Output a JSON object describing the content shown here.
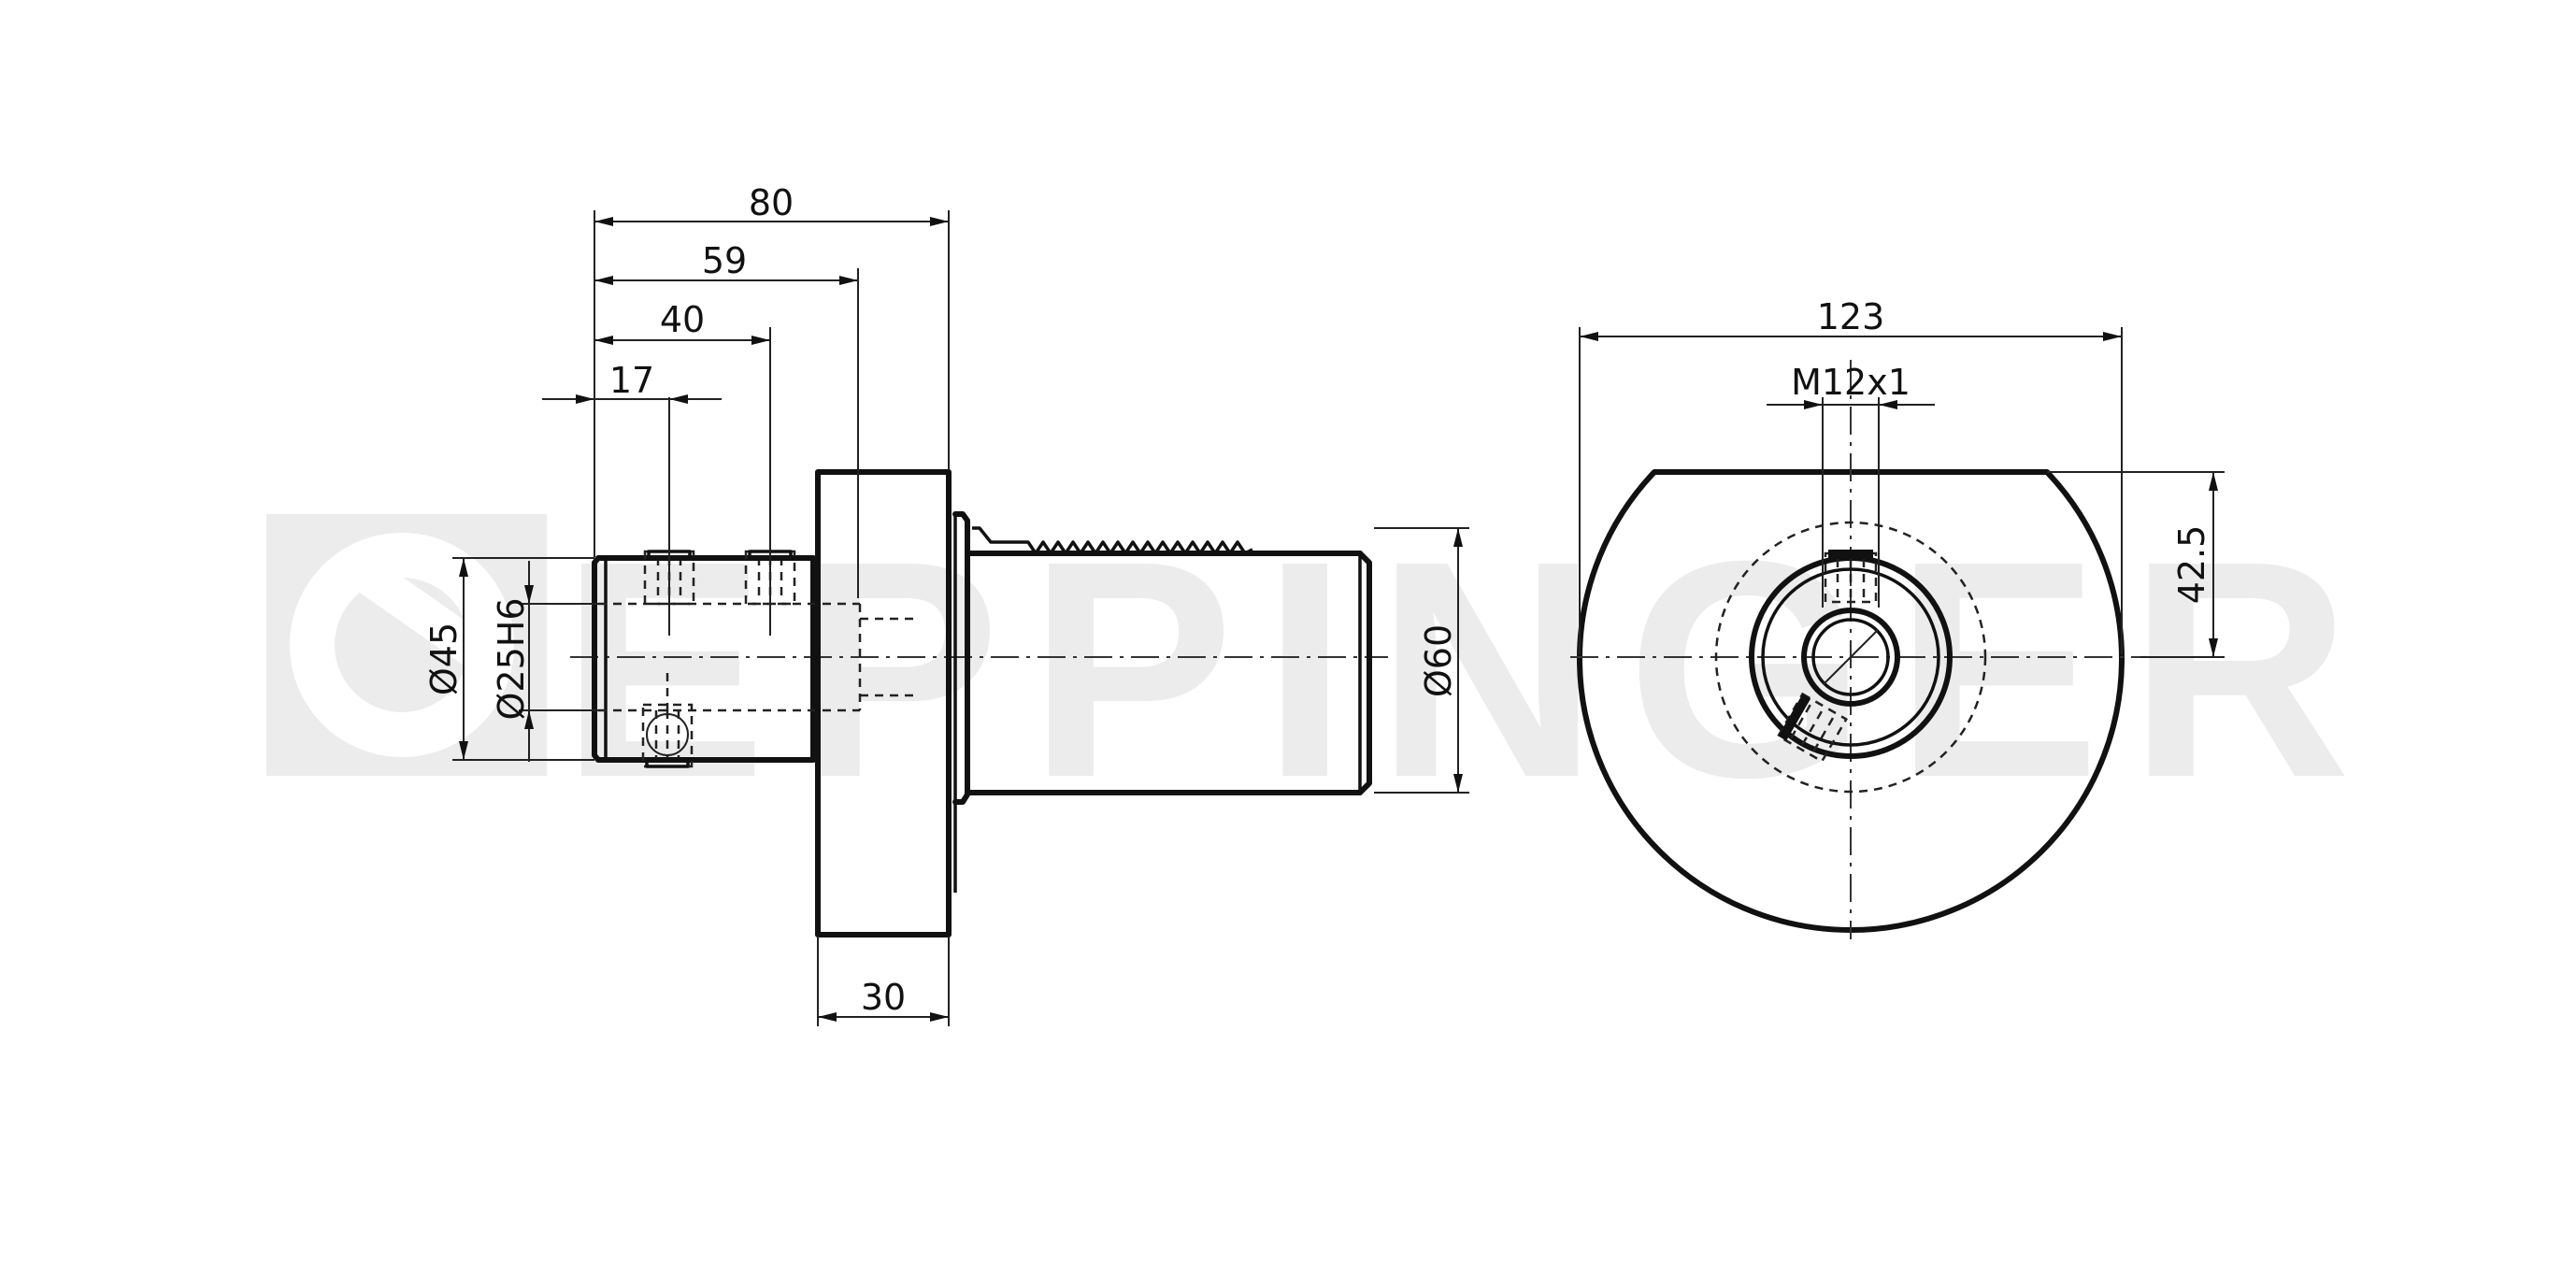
{
  "watermark": {
    "text": "EPPINGER"
  },
  "dimensions": {
    "side_view": {
      "length_total": "80",
      "length_59": "59",
      "length_40": "40",
      "length_17": "17",
      "flange_width": "30",
      "dia_45": "Ø45",
      "dia_25": "Ø25H6",
      "dia_60": "Ø60"
    },
    "front_view": {
      "width_total": "123",
      "thread": "M12x1",
      "height_42_5": "42.5"
    }
  },
  "colors": {
    "line": "#111111",
    "watermark": "#ececec",
    "background": "#ffffff"
  }
}
